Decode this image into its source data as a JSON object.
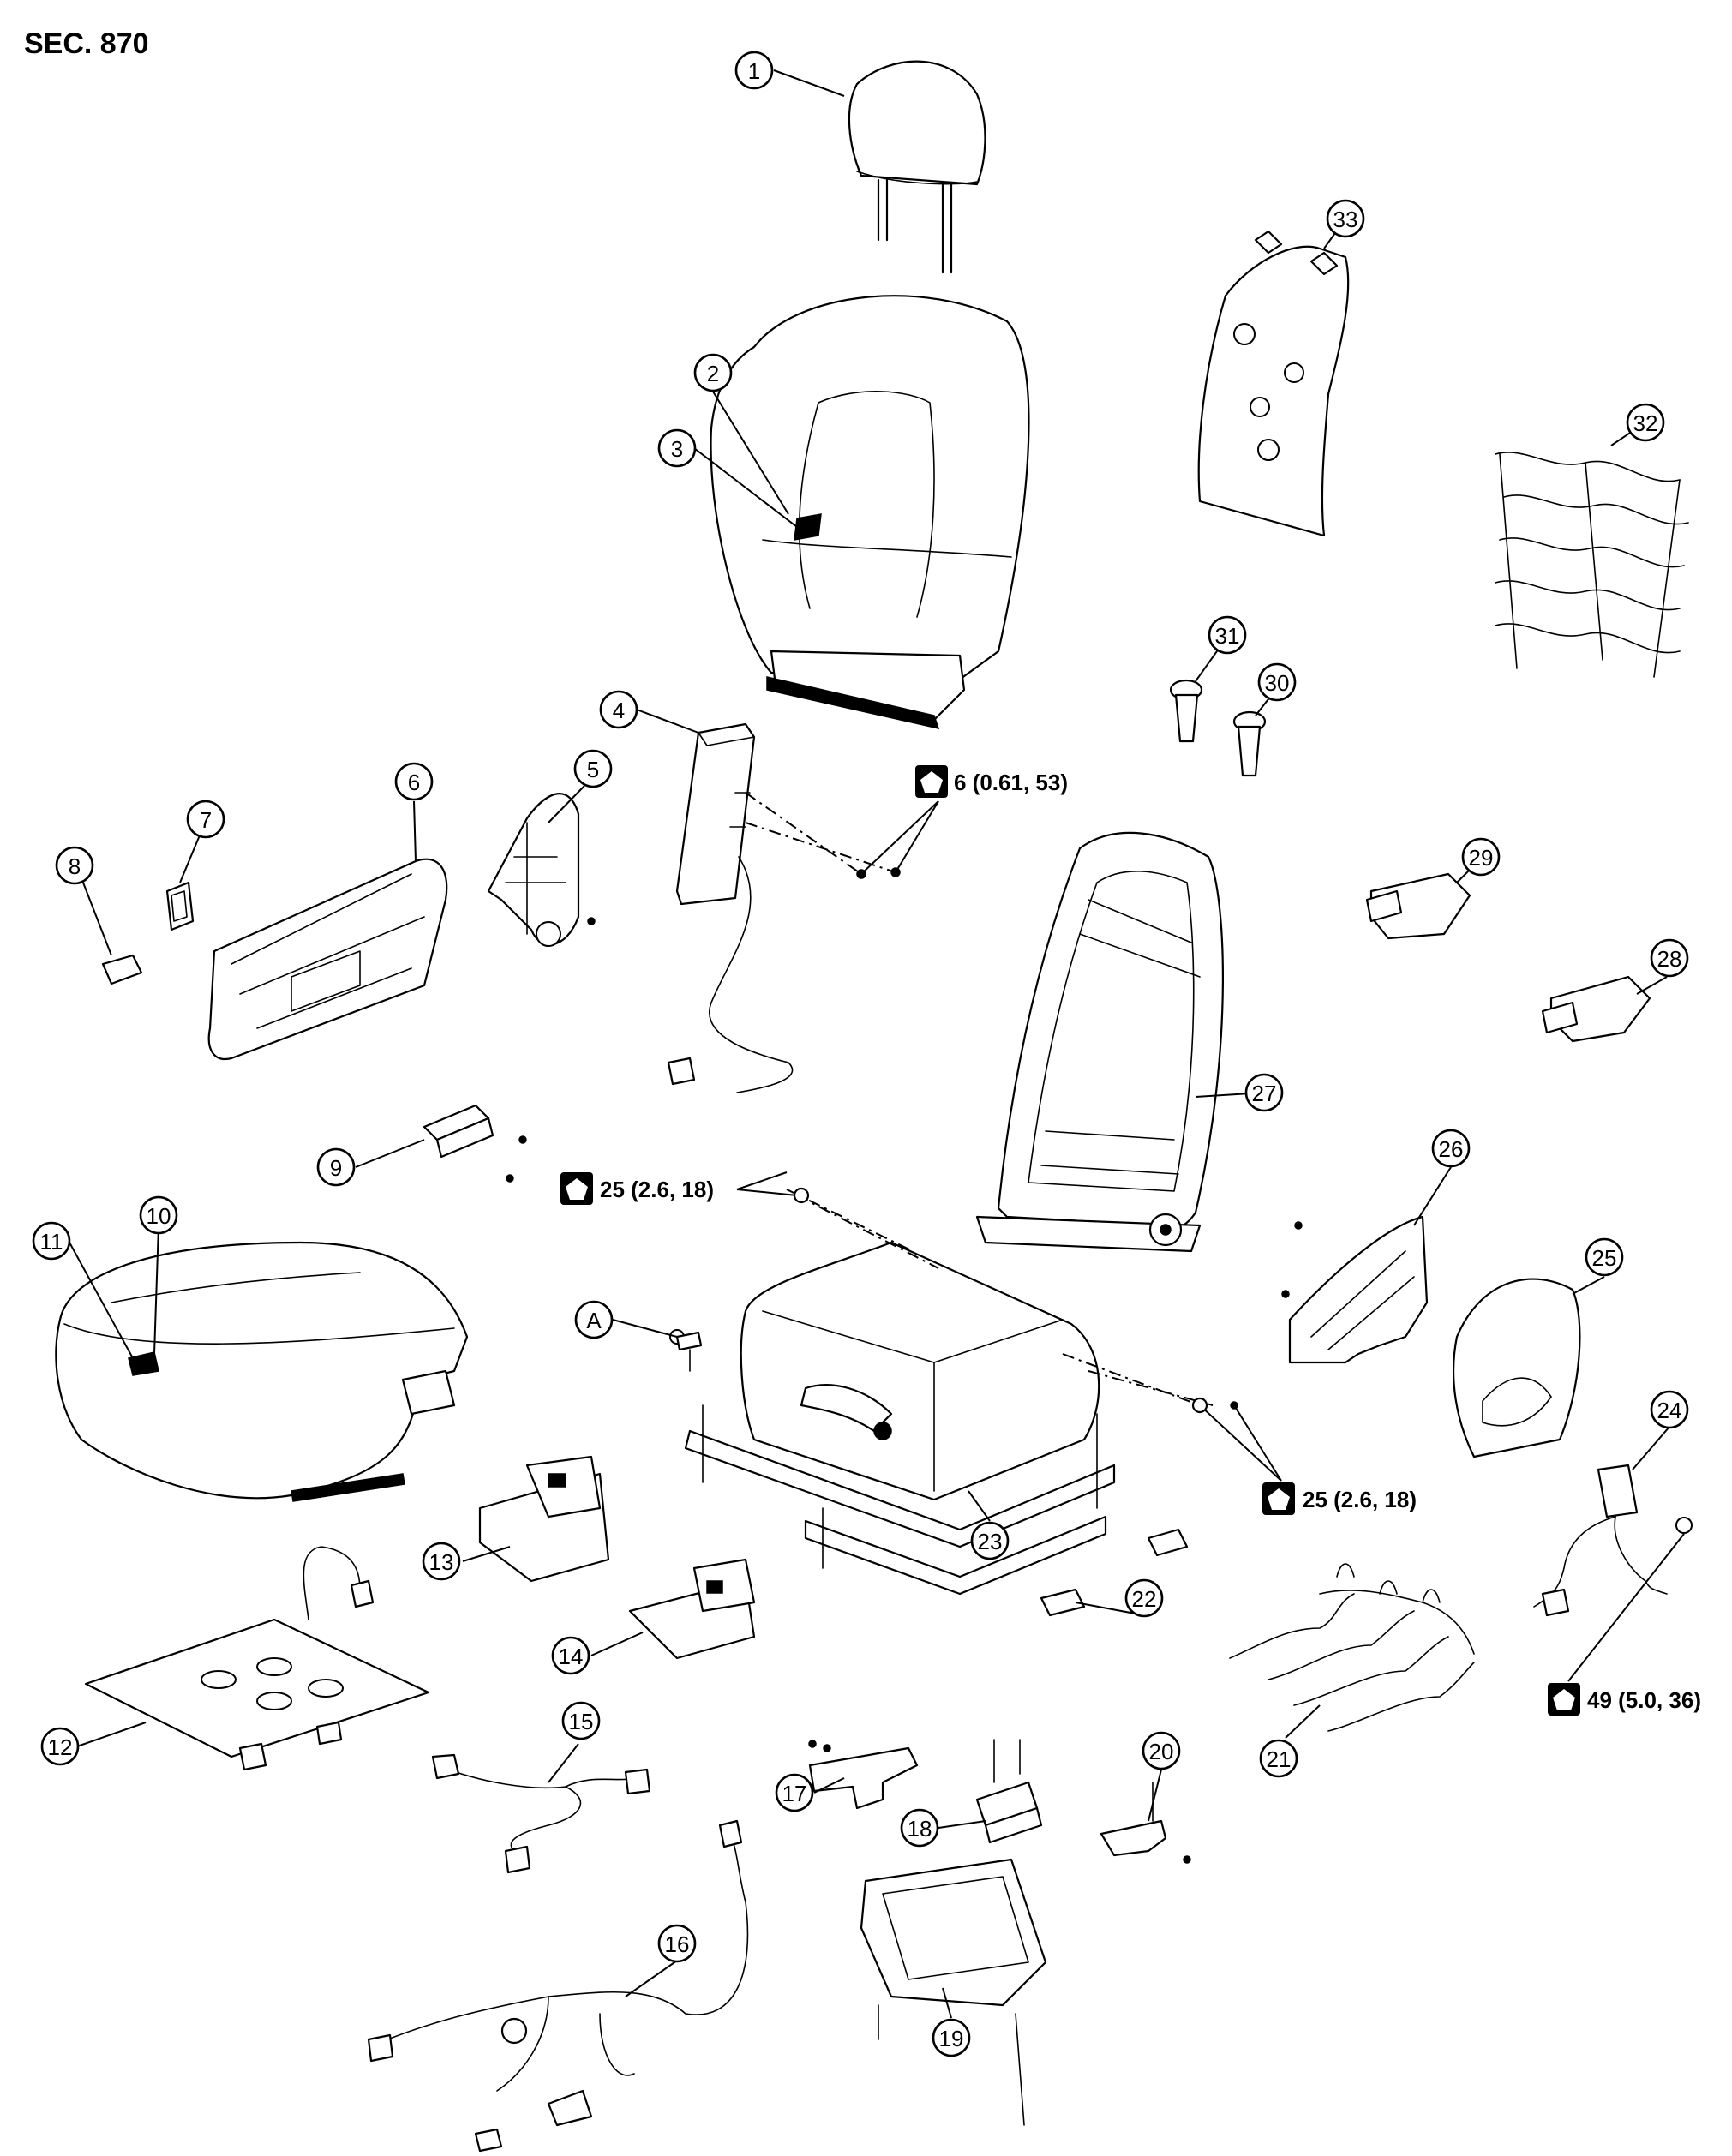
{
  "title": "SEC. 870",
  "callouts": [
    {
      "label": "1"
    },
    {
      "label": "2"
    },
    {
      "label": "3"
    },
    {
      "label": "4"
    },
    {
      "label": "5"
    },
    {
      "label": "6"
    },
    {
      "label": "7"
    },
    {
      "label": "8"
    },
    {
      "label": "9"
    },
    {
      "label": "10"
    },
    {
      "label": "11"
    },
    {
      "label": "12"
    },
    {
      "label": "13"
    },
    {
      "label": "14"
    },
    {
      "label": "15"
    },
    {
      "label": "16"
    },
    {
      "label": "17"
    },
    {
      "label": "18"
    },
    {
      "label": "19"
    },
    {
      "label": "20"
    },
    {
      "label": "21"
    },
    {
      "label": "22"
    },
    {
      "label": "23"
    },
    {
      "label": "24"
    },
    {
      "label": "25"
    },
    {
      "label": "26"
    },
    {
      "label": "27"
    },
    {
      "label": "28"
    },
    {
      "label": "29"
    },
    {
      "label": "30"
    },
    {
      "label": "31"
    },
    {
      "label": "32"
    },
    {
      "label": "33"
    },
    {
      "label": "A"
    }
  ],
  "torque_specs": [
    {
      "text": "6 (0.61, 53)",
      "icon": "torque-wrench-icon"
    },
    {
      "text": "25 (2.6, 18)",
      "icon": "torque-wrench-icon"
    },
    {
      "text": "25 (2.6, 18)",
      "icon": "torque-wrench-icon"
    },
    {
      "text": "49 (5.0, 36)",
      "icon": "torque-wrench-icon"
    }
  ]
}
